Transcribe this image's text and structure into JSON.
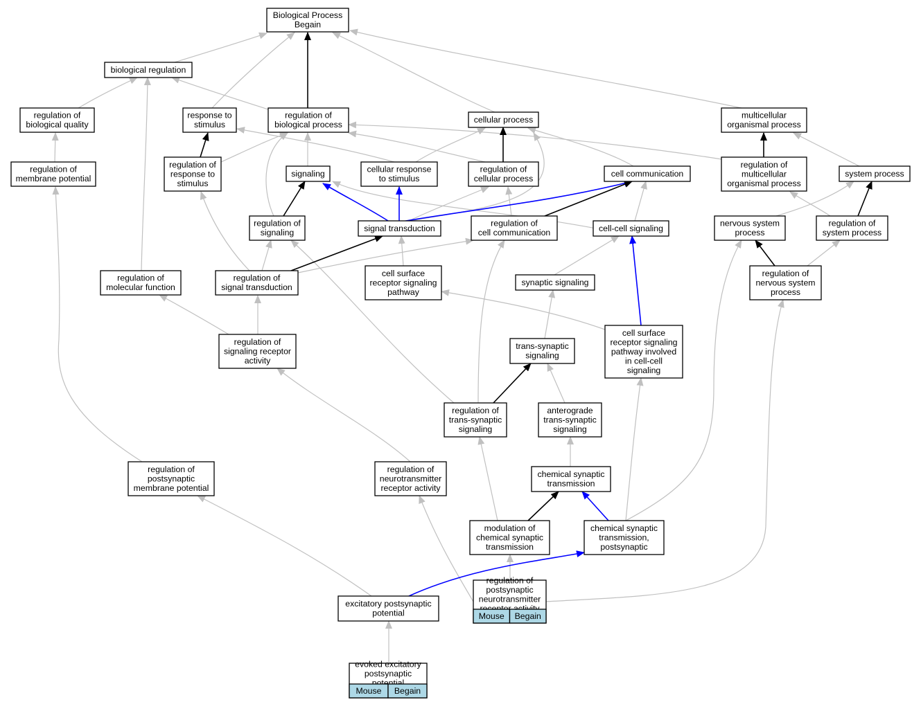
{
  "graph": {
    "colors": {
      "is_a": "#c0c0c0",
      "part_of": "#000000",
      "regulates": "#0000ff",
      "badge": "#add8e6"
    },
    "nodes": [
      {
        "id": "root",
        "lines": [
          "Biological Process",
          "Begain"
        ]
      },
      {
        "id": "bioreg",
        "lines": [
          "biological regulation"
        ]
      },
      {
        "id": "regqual",
        "lines": [
          "regulation of",
          "biological quality"
        ]
      },
      {
        "id": "resp",
        "lines": [
          "response to",
          "stimulus"
        ]
      },
      {
        "id": "regbp",
        "lines": [
          "regulation of",
          "biological process"
        ]
      },
      {
        "id": "cellproc",
        "lines": [
          "cellular process"
        ]
      },
      {
        "id": "multi",
        "lines": [
          "multicellular",
          "organismal process"
        ]
      },
      {
        "id": "regmem",
        "lines": [
          "regulation of",
          "membrane potential"
        ]
      },
      {
        "id": "regresp",
        "lines": [
          "regulation of",
          "response to",
          "stimulus"
        ]
      },
      {
        "id": "signaling",
        "lines": [
          "signaling"
        ]
      },
      {
        "id": "cellresp",
        "lines": [
          "cellular response",
          "to stimulus"
        ]
      },
      {
        "id": "regcell",
        "lines": [
          "regulation of",
          "cellular process"
        ]
      },
      {
        "id": "cellcomm",
        "lines": [
          "cell communication"
        ]
      },
      {
        "id": "regmulti",
        "lines": [
          "regulation of",
          "multicellular",
          "organismal process"
        ]
      },
      {
        "id": "sysproc",
        "lines": [
          "system process"
        ]
      },
      {
        "id": "regsig",
        "lines": [
          "regulation of",
          "signaling"
        ]
      },
      {
        "id": "sigtrans",
        "lines": [
          "signal transduction"
        ]
      },
      {
        "id": "regcomm",
        "lines": [
          "regulation of",
          "cell communication"
        ]
      },
      {
        "id": "ccsig",
        "lines": [
          "cell-cell signaling"
        ]
      },
      {
        "id": "nervous",
        "lines": [
          "nervous system",
          "process"
        ]
      },
      {
        "id": "regsys",
        "lines": [
          "regulation of",
          "system process"
        ]
      },
      {
        "id": "regmol",
        "lines": [
          "regulation of",
          "molecular function"
        ]
      },
      {
        "id": "regst",
        "lines": [
          "regulation of",
          "signal transduction"
        ]
      },
      {
        "id": "csrsp",
        "lines": [
          "cell surface",
          "receptor signaling",
          "pathway"
        ]
      },
      {
        "id": "synsig",
        "lines": [
          "synaptic signaling"
        ]
      },
      {
        "id": "regnerv",
        "lines": [
          "regulation of",
          "nervous system",
          "process"
        ]
      },
      {
        "id": "regsra",
        "lines": [
          "regulation of",
          "signaling receptor",
          "activity"
        ]
      },
      {
        "id": "transsyn",
        "lines": [
          "trans-synaptic",
          "signaling"
        ]
      },
      {
        "id": "csrspcc",
        "lines": [
          "cell surface",
          "receptor signaling",
          "pathway involved",
          "in cell-cell",
          "signaling"
        ]
      },
      {
        "id": "regtrans",
        "lines": [
          "regulation of",
          "trans-synaptic",
          "signaling"
        ]
      },
      {
        "id": "antero",
        "lines": [
          "anterograde",
          "trans-synaptic",
          "signaling"
        ]
      },
      {
        "id": "regpsm",
        "lines": [
          "regulation of",
          "postsynaptic",
          "membrane potential"
        ]
      },
      {
        "id": "regnra",
        "lines": [
          "regulation of",
          "neurotransmitter",
          "receptor activity"
        ]
      },
      {
        "id": "chemsyn",
        "lines": [
          "chemical synaptic",
          "transmission"
        ]
      },
      {
        "id": "modchem",
        "lines": [
          "modulation of",
          "chemical synaptic",
          "transmission"
        ]
      },
      {
        "id": "chempost",
        "lines": [
          "chemical synaptic",
          "transmission,",
          "postsynaptic"
        ]
      },
      {
        "id": "epsp",
        "lines": [
          "excitatory postsynaptic",
          "potential"
        ]
      },
      {
        "id": "regpnra",
        "lines": [
          "regulation of",
          "postsynaptic",
          "neurotransmitter",
          "receptor activity"
        ],
        "cells": [
          "Mouse",
          "Begain"
        ]
      },
      {
        "id": "evoked",
        "lines": [
          "evoked excitatory",
          "postsynaptic",
          "potential"
        ],
        "cells": [
          "Mouse",
          "Begain"
        ]
      }
    ],
    "edges": [
      {
        "from": "bioreg",
        "to": "root",
        "type": "is_a"
      },
      {
        "from": "resp",
        "to": "root",
        "type": "is_a"
      },
      {
        "from": "regbp",
        "to": "root",
        "type": "part_of"
      },
      {
        "from": "cellproc",
        "to": "root",
        "type": "is_a"
      },
      {
        "from": "multi",
        "to": "root",
        "type": "is_a"
      },
      {
        "from": "regqual",
        "to": "bioreg",
        "type": "is_a"
      },
      {
        "from": "regbp",
        "to": "bioreg",
        "type": "is_a"
      },
      {
        "from": "regmol",
        "to": "bioreg",
        "type": "is_a"
      },
      {
        "from": "regmem",
        "to": "regqual",
        "type": "is_a"
      },
      {
        "from": "regpsm",
        "to": "regmem",
        "type": "is_a"
      },
      {
        "from": "regresp",
        "to": "resp",
        "type": "part_of"
      },
      {
        "from": "cellresp",
        "to": "resp",
        "type": "is_a"
      },
      {
        "from": "regresp",
        "to": "regbp",
        "type": "is_a"
      },
      {
        "from": "signaling",
        "to": "regbp",
        "type": "is_a"
      },
      {
        "from": "regsig",
        "to": "regbp",
        "type": "is_a"
      },
      {
        "from": "regcell",
        "to": "regbp",
        "type": "is_a"
      },
      {
        "from": "regmulti",
        "to": "regbp",
        "type": "is_a"
      },
      {
        "from": "regcell",
        "to": "cellproc",
        "type": "part_of"
      },
      {
        "from": "cellresp",
        "to": "cellproc",
        "type": "is_a"
      },
      {
        "from": "cellcomm",
        "to": "cellproc",
        "type": "is_a"
      },
      {
        "from": "sigtrans",
        "to": "cellproc",
        "type": "is_a"
      },
      {
        "from": "regmulti",
        "to": "multi",
        "type": "part_of"
      },
      {
        "from": "sysproc",
        "to": "multi",
        "type": "is_a"
      },
      {
        "from": "regst",
        "to": "regresp",
        "type": "is_a"
      },
      {
        "from": "regsig",
        "to": "signaling",
        "type": "part_of"
      },
      {
        "from": "sigtrans",
        "to": "signaling",
        "type": "regulates"
      },
      {
        "from": "ccsig",
        "to": "signaling",
        "type": "is_a"
      },
      {
        "from": "sigtrans",
        "to": "cellresp",
        "type": "regulates"
      },
      {
        "from": "sigtrans",
        "to": "regcell",
        "type": "is_a"
      },
      {
        "from": "regcomm",
        "to": "regcell",
        "type": "is_a"
      },
      {
        "from": "sigtrans",
        "to": "cellcomm",
        "type": "regulates"
      },
      {
        "from": "regcomm",
        "to": "cellcomm",
        "type": "part_of"
      },
      {
        "from": "ccsig",
        "to": "cellcomm",
        "type": "is_a"
      },
      {
        "from": "regsys",
        "to": "regmulti",
        "type": "is_a"
      },
      {
        "from": "nervous",
        "to": "sysproc",
        "type": "is_a"
      },
      {
        "from": "regsys",
        "to": "sysproc",
        "type": "part_of"
      },
      {
        "from": "regst",
        "to": "regsig",
        "type": "is_a"
      },
      {
        "from": "regtrans",
        "to": "regsig",
        "type": "is_a"
      },
      {
        "from": "regst",
        "to": "sigtrans",
        "type": "part_of"
      },
      {
        "from": "csrsp",
        "to": "sigtrans",
        "type": "is_a"
      },
      {
        "from": "regst",
        "to": "regcomm",
        "type": "is_a"
      },
      {
        "from": "regtrans",
        "to": "regcomm",
        "type": "is_a"
      },
      {
        "from": "synsig",
        "to": "ccsig",
        "type": "is_a"
      },
      {
        "from": "csrspcc",
        "to": "ccsig",
        "type": "regulates"
      },
      {
        "from": "regnerv",
        "to": "nervous",
        "type": "part_of"
      },
      {
        "from": "regnerv",
        "to": "regsys",
        "type": "is_a"
      },
      {
        "from": "regsra",
        "to": "regmol",
        "type": "is_a"
      },
      {
        "from": "regsra",
        "to": "regst",
        "type": "is_a"
      },
      {
        "from": "csrspcc",
        "to": "csrsp",
        "type": "is_a"
      },
      {
        "from": "transsyn",
        "to": "synsig",
        "type": "is_a"
      },
      {
        "from": "chempost",
        "to": "nervous",
        "type": "is_a"
      },
      {
        "from": "regpnra",
        "to": "regnerv",
        "type": "is_a"
      },
      {
        "from": "regnra",
        "to": "regsra",
        "type": "is_a"
      },
      {
        "from": "regtrans",
        "to": "transsyn",
        "type": "part_of"
      },
      {
        "from": "antero",
        "to": "transsyn",
        "type": "is_a"
      },
      {
        "from": "chempost",
        "to": "csrspcc",
        "type": "is_a"
      },
      {
        "from": "modchem",
        "to": "regtrans",
        "type": "is_a"
      },
      {
        "from": "chemsyn",
        "to": "antero",
        "type": "is_a"
      },
      {
        "from": "epsp",
        "to": "regpsm",
        "type": "is_a"
      },
      {
        "from": "regpnra",
        "to": "regnra",
        "type": "is_a"
      },
      {
        "from": "modchem",
        "to": "chemsyn",
        "type": "part_of"
      },
      {
        "from": "chempost",
        "to": "chemsyn",
        "type": "regulates"
      },
      {
        "from": "regpnra",
        "to": "modchem",
        "type": "is_a"
      },
      {
        "from": "epsp",
        "to": "chempost",
        "type": "regulates"
      },
      {
        "from": "evoked",
        "to": "epsp",
        "type": "is_a"
      }
    ]
  }
}
